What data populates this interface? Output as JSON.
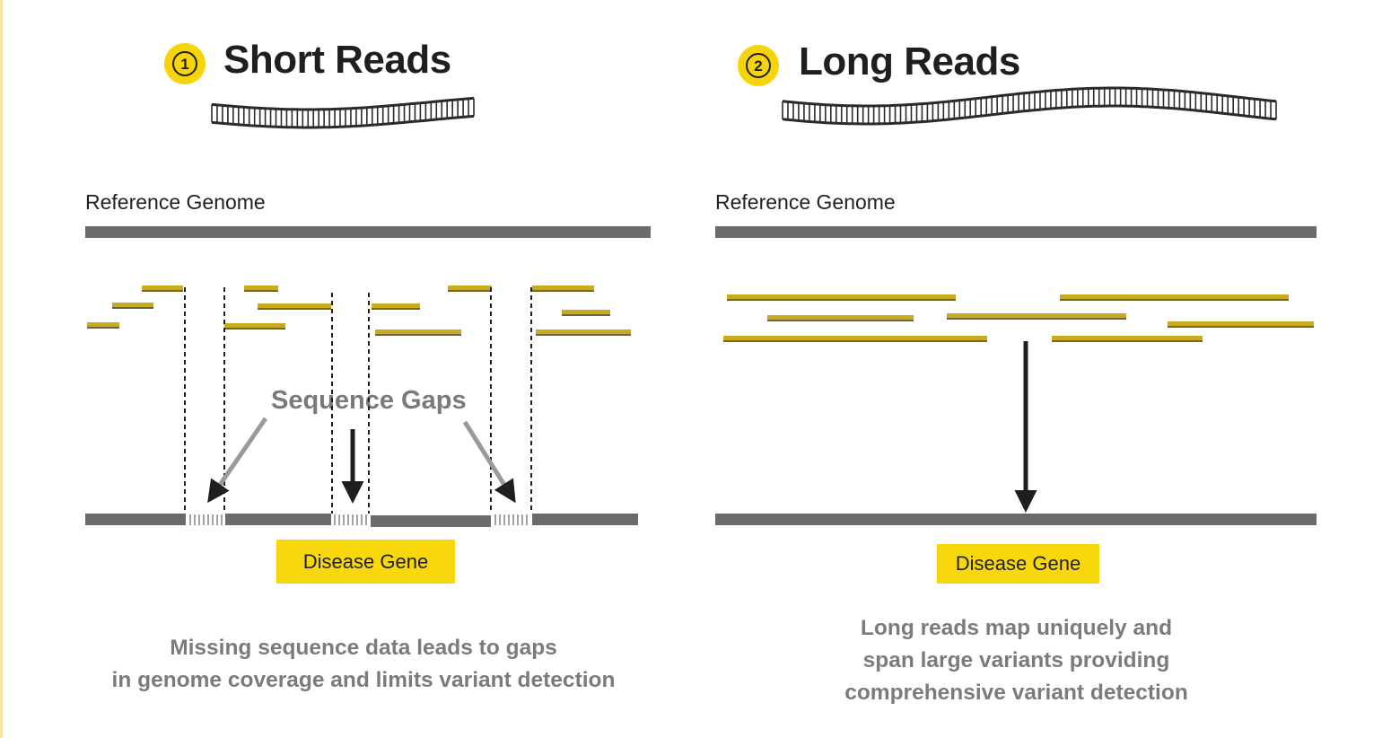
{
  "panels": [
    {
      "number": "1",
      "title": "Short Reads",
      "reference_label": "Reference Genome",
      "gap_label": "Sequence Gaps",
      "gene_label": "Disease Gene",
      "caption_lines": [
        "Missing sequence data leads to gaps",
        "in genome coverage and limits variant detection"
      ]
    },
    {
      "number": "2",
      "title": "Long Reads",
      "reference_label": "Reference Genome",
      "gene_label": "Disease Gene",
      "caption_lines": [
        "Long reads map uniquely and",
        "span large variants providing",
        "comprehensive variant detection"
      ]
    }
  ],
  "colors": {
    "accent_yellow": "#f5d50a",
    "gene_box": "#f8d80d",
    "genome_bar": "#6b6b6b",
    "read_gold": "#c8ab1e",
    "read_shadow": "#5a4a10",
    "text_dark": "#1f1f1f",
    "text_gray": "#7b7b7b"
  },
  "icons": [
    "number-badge-icon",
    "dna-strand-icon",
    "arrow-icon"
  ]
}
